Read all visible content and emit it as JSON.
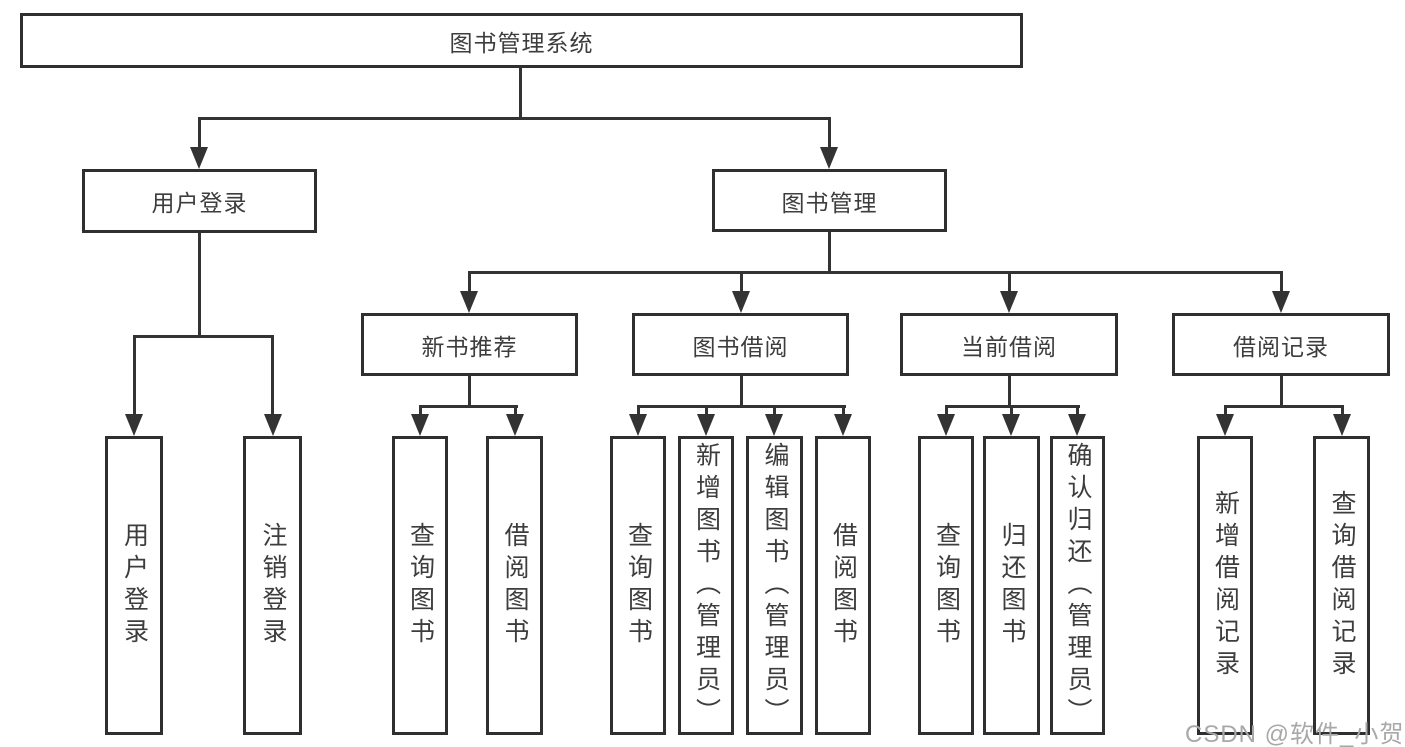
{
  "diagram": {
    "type": "hierarchy-tree",
    "nodes": {
      "root": {
        "label": "图书管理系统"
      },
      "level2": [
        {
          "label": "用户登录"
        },
        {
          "label": "图书管理"
        }
      ],
      "level3": [
        {
          "label": "新书推荐",
          "parent": "图书管理"
        },
        {
          "label": "图书借阅",
          "parent": "图书管理"
        },
        {
          "label": "当前借阅",
          "parent": "图书管理"
        },
        {
          "label": "借阅记录",
          "parent": "图书管理"
        }
      ],
      "leaves": [
        {
          "label": "用户登录",
          "parent": "用户登录"
        },
        {
          "label": "注销登录",
          "parent": "用户登录"
        },
        {
          "label": "查询图书",
          "parent": "新书推荐"
        },
        {
          "label": "借阅图书",
          "parent": "新书推荐"
        },
        {
          "label": "查询图书",
          "parent": "图书借阅"
        },
        {
          "label": "新增图书（管理员）",
          "parent": "图书借阅"
        },
        {
          "label": "编辑图书（管理员）",
          "parent": "图书借阅"
        },
        {
          "label": "借阅图书",
          "parent": "图书借阅"
        },
        {
          "label": "查询图书",
          "parent": "当前借阅"
        },
        {
          "label": "归还图书",
          "parent": "当前借阅"
        },
        {
          "label": "确认归还（管理员）",
          "parent": "当前借阅"
        },
        {
          "label": "新增借阅记录",
          "parent": "借阅记录"
        },
        {
          "label": "查询借阅记录",
          "parent": "借阅记录"
        }
      ]
    },
    "colors": {
      "line": "#333333",
      "border": "#2f2f2f",
      "text": "#3d3d3d",
      "background": "#ffffff",
      "watermark": "#a8a8a8"
    }
  },
  "watermark": "CSDN @软件_小贺同学"
}
